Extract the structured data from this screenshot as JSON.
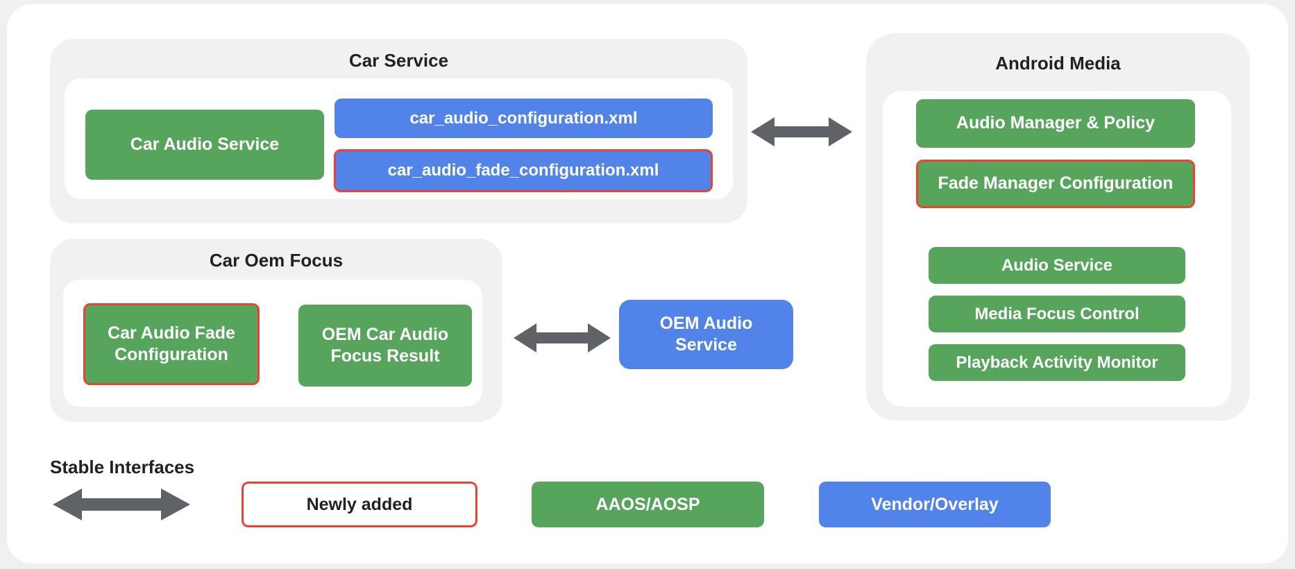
{
  "palette": {
    "page_bg": "#eef0f2",
    "card_bg": "#ffffff",
    "container_bg": "#f1f1f2",
    "aaos_green": "#57a45c",
    "vendor_blue": "#5283e8",
    "newly_added_red": "#e94335",
    "arrow_gray": "#5f6368",
    "text_dark": "#202124",
    "text_light": "#ffffff"
  },
  "diagram": {
    "car_service": {
      "title": "Car Service",
      "car_audio_service": "Car Audio Service",
      "config_xml": "car_audio_configuration.xml",
      "fade_config_xml": "car_audio_fade_configuration.xml"
    },
    "android_media": {
      "title": "Android Media",
      "audio_manager_policy": "Audio Manager & Policy",
      "fade_manager_configuration": "Fade Manager Configuration",
      "audio_service": "Audio Service",
      "media_focus_control": "Media Focus Control",
      "playback_activity_monitor": "Playback Activity Monitor"
    },
    "car_oem_focus": {
      "title": "Car Oem Focus",
      "car_audio_fade_configuration": "Car Audio Fade Configuration",
      "oem_car_audio_focus_result": "OEM Car Audio Focus Result"
    },
    "oem_audio_service": "OEM Audio Service"
  },
  "legend": {
    "stable_interfaces": "Stable Interfaces",
    "newly_added": "Newly added",
    "aaos_aosp": "AAOS/AOSP",
    "vendor_overlay": "Vendor/Overlay"
  }
}
